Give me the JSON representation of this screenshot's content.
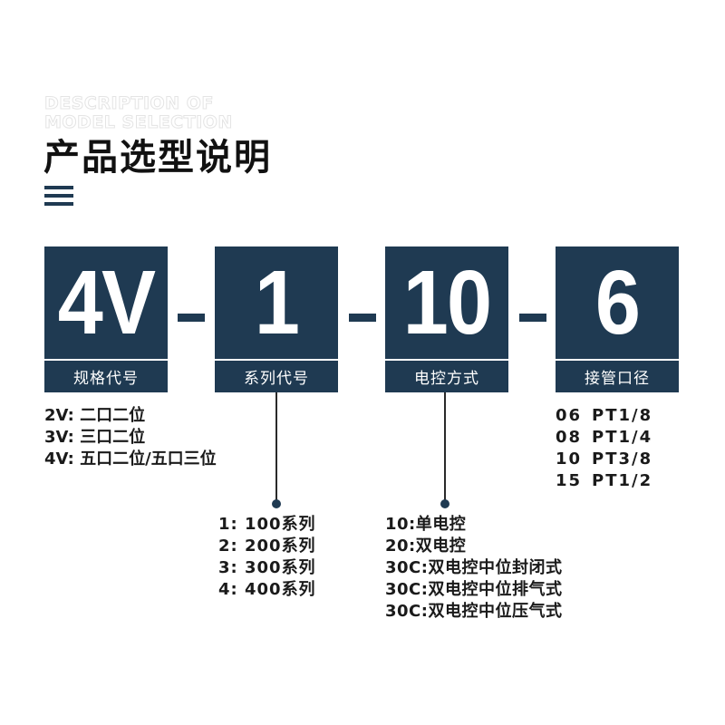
{
  "header": {
    "subtitle_line1": "DESCRIPTION OF",
    "subtitle_line2": "MODEL SELECTION",
    "title": "产品选型说明"
  },
  "segments": [
    {
      "code": "4V",
      "caption": "规格代号"
    },
    {
      "code": "1",
      "caption": "系列代号"
    },
    {
      "code": "10",
      "caption": "电控方式"
    },
    {
      "code": "6",
      "caption": "接管口径"
    }
  ],
  "spec_options": [
    "2V: 二口二位",
    "3V: 三口二位",
    "4V: 五口二位/五口三位"
  ],
  "series_options": [
    "1: 100系列",
    "2: 200系列",
    "3: 300系列",
    "4: 400系列"
  ],
  "control_options": [
    "10:单电控",
    "20:双电控",
    "30C:双电控中位封闭式",
    "30C:双电控中位排气式",
    "30C:双电控中位压气式"
  ],
  "port_options": [
    {
      "code": "06",
      "size": "PT1/8"
    },
    {
      "code": "08",
      "size": "PT1/4"
    },
    {
      "code": "10",
      "size": "PT3/8"
    },
    {
      "code": "15",
      "size": "PT1/2"
    }
  ],
  "colors": {
    "accent": "#1f3a52",
    "text": "#1a1a1a",
    "background": "#ffffff"
  },
  "icons": {
    "menu": "hamburger-menu-icon"
  }
}
